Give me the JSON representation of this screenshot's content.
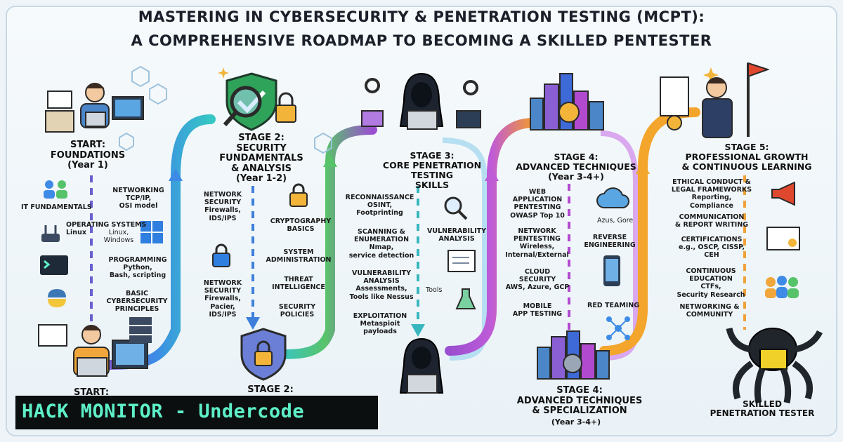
{
  "title": {
    "line1": "MASTERING IN CYBERSECURITY & PENETRATION TESTING (MCPT):",
    "line2": "A COMPREHENSIVE ROADMAP TO BECOMING A SKILLED PENTESTER"
  },
  "stage1": {
    "heading": "START:\nFOUNDATIONS\n(Year 1)",
    "bottom": "START:",
    "items": {
      "it": "IT FUNDAMENTALS",
      "net": "NETWORKING\nTCP/IP,\nOSI model",
      "os_left": "OPERATING SYSTEMS\nLinux",
      "os_right": "Linux,\nWindows",
      "prog": "PROGRAMMING\nPython,\nBash, scripting",
      "basic": "BASIC\nCYBERSECURITY\nPRINCIPLES"
    }
  },
  "stage2": {
    "heading": "STAGE 2:\nSECURITY\nFUNDAMENTALS\n& ANALYSIS\n(Year 1-2)",
    "bottom": "STAGE 2:",
    "items": {
      "ns1": "NETWORK\nSECURITY\nFirewalls,\nIDS/IPS",
      "crypto": "CRYPTOGRAPHY\nBASICS",
      "sysadmin": "SYSTEM\nADMINISTRATION",
      "threat": "THREAT\nINTELLIGENCE",
      "ns2": "NETWORK\nSECURITY\nFirewalls,\nPacier,\nIDS/IPS",
      "policies": "SECURITY\nPOLICIES"
    }
  },
  "stage3": {
    "heading": "STAGE 3:\nCORE PENETRATION TESTING\nSKILLS",
    "items": {
      "recon": "RECONNAISSANCE\nOSINT,\nFootprinting",
      "scan": "SCANNING &\nENUMERATION\nNmap,\nservice detection",
      "vuln_left": "VULNERABILITY\nANALYSIS\nAssessments,\nTools like Nessus",
      "exploit": "EXPLOITATION\nMetaspioit\npayloads",
      "vuln_right": "VULNERABILITY\nANALYSIS",
      "tools": "Tools"
    }
  },
  "stage4": {
    "heading": "STAGE 4:\nADVANCED TECHNIQUES\n(Year 3-4+)",
    "bottom": "STAGE 4:\nADVANCED TECHNIQUES\n& SPECIALIZATION",
    "bottom_year": "(Year 3-4+)",
    "items": {
      "web": "WEB\nAPPLICATION\nPENTESTING\nOWASP Top 10",
      "netpen": "NETWORK\nPENTESTING\nWireless,\nInternal/External",
      "cloud": "CLOUD\nSECURITY\nAWS, Azure, GCP",
      "mobile": "MOBILE\nAPP TESTING",
      "azure": "Azus, Gore",
      "reverse": "REVERSE\nENGINEERING",
      "red": "RED TEAMING"
    }
  },
  "stage5": {
    "heading": "STAGE 5:\nPROFESSIONAL GROWTH\n& CONTINUOUS LEARNING",
    "bottom": "SKILLED\nPENETRATION TESTER",
    "items": {
      "ethics": "ETHICAL CONDUCT &\nLEGAL FRAMEWORKS\nReporting,\nCompliance",
      "comm": "COMMUNICATION\n& REPORT WRITING",
      "certs": "CERTIFICATIONS\ne.g., OSCP, CISSP,\nCEH",
      "edu": "CONTINUOUS\nEDUCATION\nCTFs,\nSecurity Research",
      "networking": "NETWORKING &\nCOMMUNITY"
    }
  },
  "badge": {
    "text": "HACK MONITOR - Undercode"
  },
  "colors": {
    "path_blue": "#2f7fe0",
    "path_teal": "#35c4c9",
    "path_green": "#56c36a",
    "path_purple": "#9a4fd0",
    "path_orange": "#f39a2b",
    "badge_text": "#5ef0c8"
  }
}
